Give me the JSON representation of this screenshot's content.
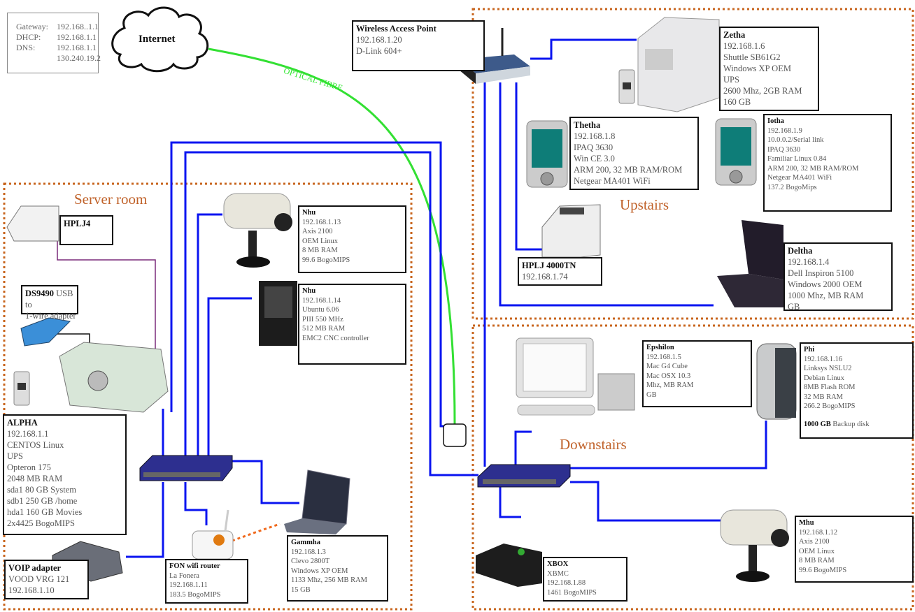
{
  "colors": {
    "ethernet": "#0a14f0",
    "fibre": "#33e033",
    "zone_border": "#c8651e",
    "zone_label": "#c0622a",
    "serial": "#7a2a7a",
    "wifi": "#f06a1e"
  },
  "gateway_info": {
    "rows": [
      {
        "label": "Gateway:",
        "value": "192.168..1.1"
      },
      {
        "label": "DHCP:",
        "value": "192.168.1.1"
      },
      {
        "label": "DNS:",
        "value": "192.168.1.1"
      },
      {
        "label": "",
        "value": "130.240.19.2"
      }
    ]
  },
  "internet": {
    "label": "Internet"
  },
  "fibre": {
    "label": "OPTICAL FIBRE"
  },
  "zones": {
    "server_room": "Server room",
    "upstairs": "Upstairs",
    "downstairs": "Downstairs"
  },
  "devices": {
    "wap": {
      "title": "Wireless Access Point",
      "lines": [
        "192.168.1.20",
        "D-Link 604+"
      ]
    },
    "zetha": {
      "title": "Zetha",
      "lines": [
        "192.168.1.6",
        "Shuttle SB61G2",
        "Windows XP OEM",
        "UPS",
        "2600 Mhz, 2GB RAM",
        "160 GB"
      ]
    },
    "thetha": {
      "title": "Thetha",
      "lines": [
        "192.168.1.8",
        "IPAQ 3630",
        "Win CE 3.0",
        "ARM 200, 32 MB RAM/ROM",
        "Netgear MA401 WiFi"
      ]
    },
    "iotha": {
      "title": "Iotha",
      "lines": [
        "192.168.1.9",
        "10.0.0.2/Serial link",
        "IPAQ 3630",
        "Familiar Linux 0.84",
        "ARM 200, 32 MB RAM/ROM",
        "Netgear MA401 WiFi",
        "137.2 BogoMips"
      ]
    },
    "hplj4000": {
      "title": "HPLJ 4000TN",
      "lines": [
        "192.168.1.74"
      ]
    },
    "deltha": {
      "title": "Deltha",
      "lines": [
        "192.168.1.4",
        "Dell Inspiron 5100",
        "Windows 2000 OEM",
        "1000 Mhz,  MB RAM",
        " GB"
      ]
    },
    "epshilon": {
      "title": "Epshilon",
      "lines": [
        "192.168.1.5",
        "Mac G4 Cube",
        "Mac OSX 10.3",
        " Mhz,  MB RAM",
        " GB"
      ]
    },
    "phi": {
      "title": "Phi",
      "lines": [
        "192.168.1.16",
        "Linksys NSLU2",
        "Debian Linux",
        "8MB Flash ROM",
        "32 MB RAM",
        "266.2 BogoMIPS"
      ],
      "extra_bold": "1000 GB",
      "extra": " Backup disk"
    },
    "xbox": {
      "title": "XBOX",
      "lines": [
        "XBMC",
        "192.168.1.88",
        "1461 BogoMIPS"
      ]
    },
    "mhu": {
      "title": "Mhu",
      "lines": [
        "192.168.1.12",
        "Axis 2100",
        "OEM Linux",
        "8 MB RAM",
        "99.6 BogoMIPS"
      ]
    },
    "hplj4": {
      "title": "HPLJ4",
      "lines": []
    },
    "ds9490": {
      "title": "DS9490",
      "rest": " USB to",
      "lines": [
        "1-wire adapter"
      ]
    },
    "nhu_cam": {
      "title": "Nhu",
      "lines": [
        "192.168.1.13",
        "Axis 2100",
        "OEM Linux",
        "8 MB RAM",
        "99.6 BogoMIPS"
      ]
    },
    "nhu_pc": {
      "title": "Nhu",
      "lines": [
        "192.168.1.14",
        "Ubuntu 6.06",
        "PIII 550 MHz",
        "512 MB RAM",
        "EMC2 CNC controller"
      ]
    },
    "alpha": {
      "title": "ALPHA",
      "lines": [
        "192.168.1.1",
        "CENTOS Linux",
        "UPS",
        "Opteron 175",
        "2048 MB RAM",
        "sda1 80 GB System",
        "sdb1 250 GB  /home",
        "hda1 160 GB Movies",
        "2x4425 BogoMIPS"
      ]
    },
    "voip": {
      "title": "VOIP adapter",
      "lines": [
        "VOOD  VRG 121",
        "192.168.1.10"
      ]
    },
    "fon": {
      "title": "FON wifi router",
      "lines": [
        "La Fonera",
        "192.168.1.11",
        "183.5 BogoMIPS"
      ]
    },
    "gammha": {
      "title": "Gammha",
      "lines": [
        "192.168.1.3",
        "Clevo 2800T",
        "Windows XP OEM",
        "1133 Mhz, 256 MB RAM",
        "15 GB"
      ]
    }
  }
}
